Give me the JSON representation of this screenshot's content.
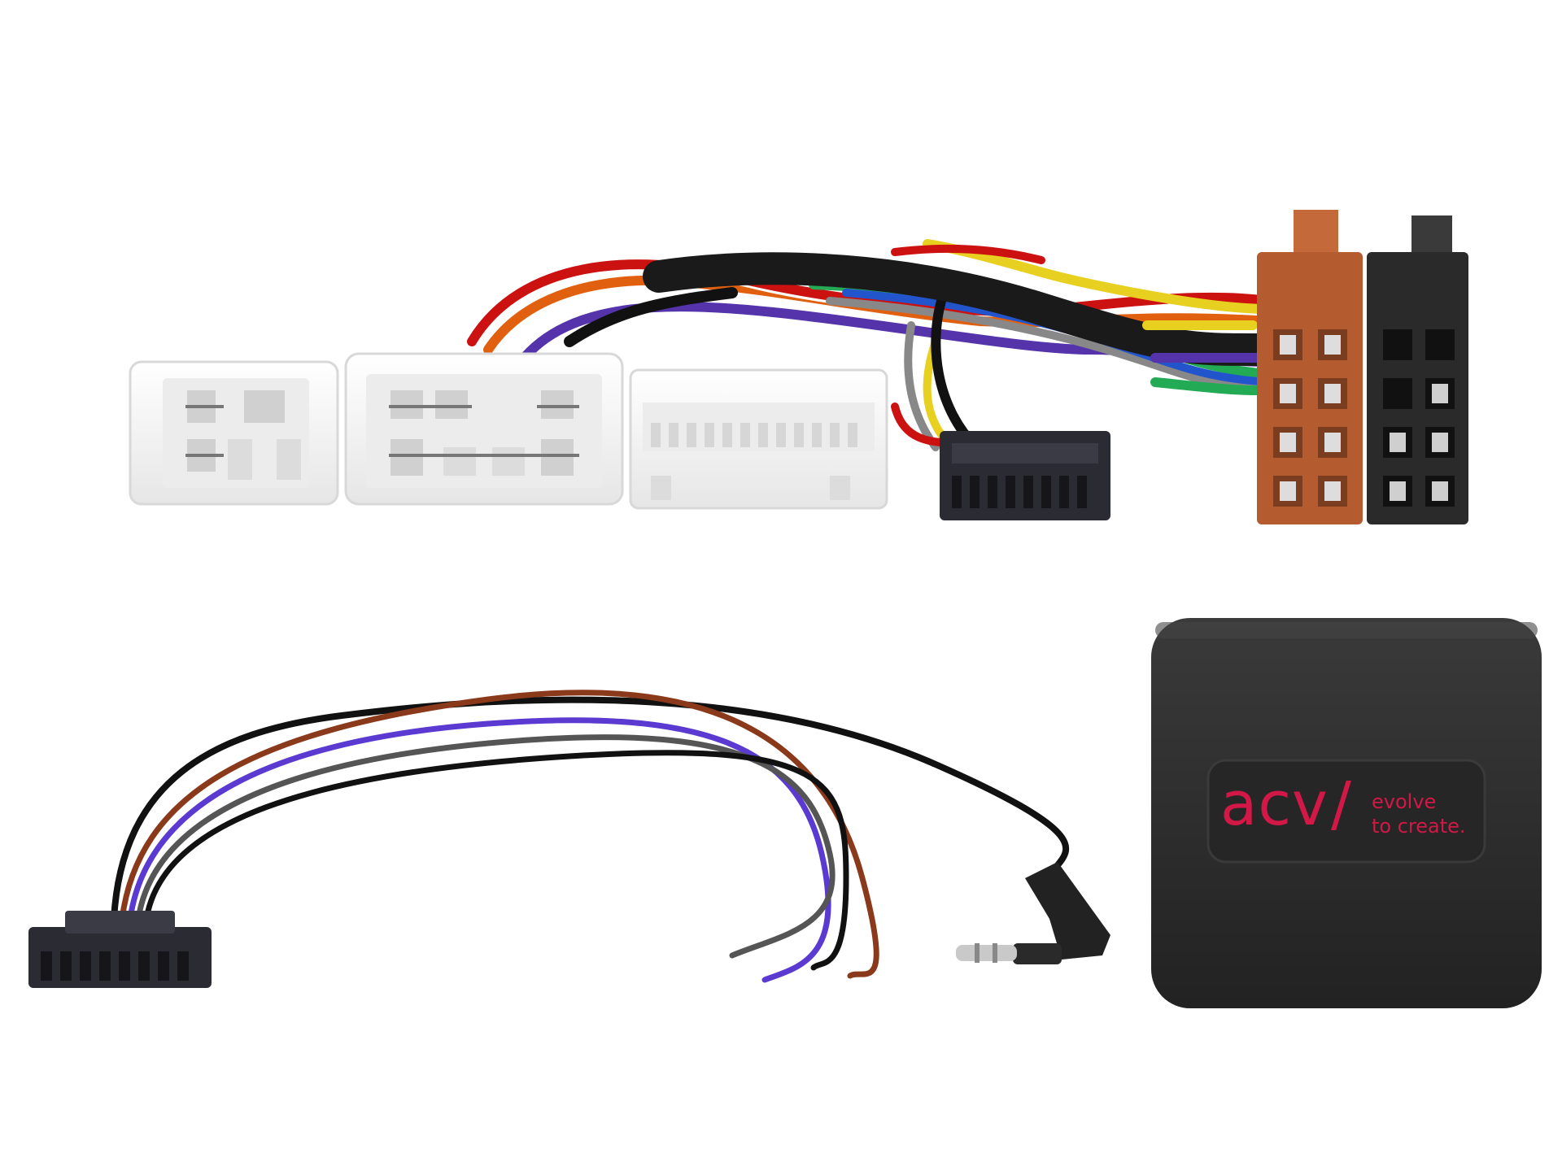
{
  "logo": {
    "brand": "acv",
    "slash": "/",
    "tagline_line1": "evolve",
    "tagline_line2": "to create."
  },
  "colors": {
    "logo_red": "#d11846",
    "module_body": "#2d2d2d",
    "connector_white": "#f3f3f3",
    "iso_orange": "#b45c2f",
    "iso_black": "#2a2a2a"
  },
  "wires": {
    "harness": [
      "#111111",
      "#cc1111",
      "#e06010",
      "#ffffff",
      "#5533aa",
      "#e8d020",
      "#22aa55",
      "#888888",
      "#2255cc"
    ],
    "steering_lead": [
      "#111111",
      "#8a3a1a",
      "#5a3ad0",
      "#666666"
    ]
  }
}
